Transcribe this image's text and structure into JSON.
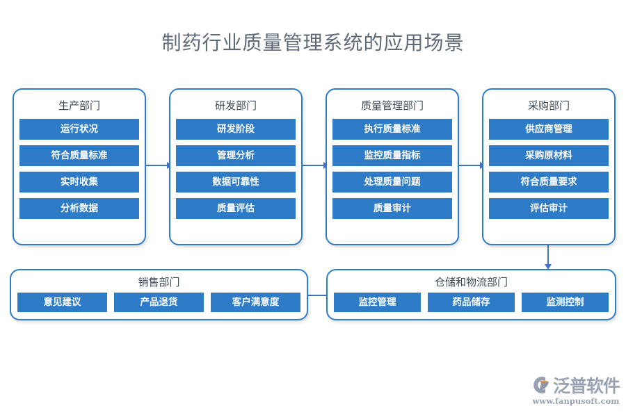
{
  "title": "制药行业质量管理系统的应用场景",
  "colors": {
    "title_text": "#5f6a78",
    "panel_border": "#2E7CC8",
    "item_fill": "#2E7CC8",
    "item_text": "#ffffff",
    "connector": "#4472C4",
    "background": "#ffffff",
    "logo_text": "#9aa3b4",
    "logo_accent": "#E8963C"
  },
  "columns": [
    {
      "title": "生产部门",
      "items": [
        "运行状况",
        "符合质量标准",
        "实时收集",
        "分析数据"
      ]
    },
    {
      "title": "研发部门",
      "items": [
        "研发阶段",
        "管理分析",
        "数据可靠性",
        "质量评估"
      ]
    },
    {
      "title": "质量管理部门",
      "items": [
        "执行质量标准",
        "监控质量指标",
        "处理质量问题",
        "质量审计"
      ]
    },
    {
      "title": "采购部门",
      "items": [
        "供应商管理",
        "采购原材料",
        "符合质量要求",
        "评估审计"
      ]
    }
  ],
  "rows": [
    {
      "title": "销售部门",
      "items": [
        "意见建议",
        "产品退货",
        "客户满意度"
      ]
    },
    {
      "title": "仓储和物流部门",
      "items": [
        "监控管理",
        "药品储存",
        "监测控制"
      ]
    }
  ],
  "logo": {
    "name": "泛普软件",
    "url": "www.fanpusoft.com"
  }
}
